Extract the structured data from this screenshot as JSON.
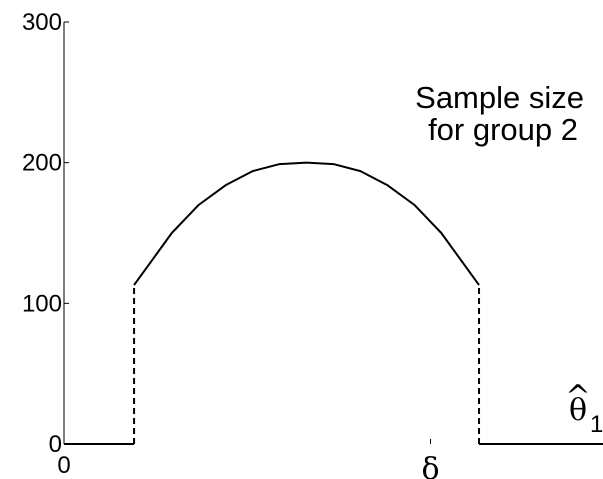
{
  "chart_data": {
    "type": "line",
    "title": "",
    "xlabel": "",
    "ylabel": "",
    "xlim": [
      0,
      1
    ],
    "ylim": [
      0,
      300
    ],
    "grid": false,
    "legend": "none",
    "y_ticks": [
      {
        "value": 0,
        "label": "0"
      },
      {
        "value": 100,
        "label": "100"
      },
      {
        "value": 200,
        "label": "200"
      },
      {
        "value": 300,
        "label": "300"
      }
    ],
    "x_ticks": [
      {
        "value": 0,
        "label": "0"
      },
      {
        "value": 0.68,
        "label": "δ"
      }
    ],
    "annotation": {
      "line1": "Sample size",
      "line2": "for group 2"
    },
    "x_axis_symbol": {
      "base": "θ",
      "hat": "^",
      "subscript": "1"
    },
    "series": [
      {
        "style": "solid",
        "color": "#000000",
        "points": [
          [
            0,
            0
          ],
          [
            0.13,
            0
          ]
        ]
      },
      {
        "style": "dashed",
        "color": "#000000",
        "points": [
          [
            0.13,
            0
          ],
          [
            0.13,
            113
          ]
        ]
      },
      {
        "style": "solid",
        "color": "#000000",
        "points": [
          [
            0.13,
            113
          ],
          [
            0.2,
            150
          ],
          [
            0.25,
            170
          ],
          [
            0.3,
            184
          ],
          [
            0.35,
            194
          ],
          [
            0.4,
            199
          ],
          [
            0.45,
            200
          ],
          [
            0.5,
            199
          ],
          [
            0.55,
            194
          ],
          [
            0.6,
            184
          ],
          [
            0.65,
            170
          ],
          [
            0.7,
            150
          ],
          [
            0.77,
            113
          ]
        ]
      },
      {
        "style": "dashed",
        "color": "#000000",
        "points": [
          [
            0.77,
            0
          ],
          [
            0.77,
            113
          ]
        ]
      },
      {
        "style": "solid",
        "color": "#000000",
        "points": [
          [
            0.77,
            0
          ],
          [
            1,
            0
          ]
        ]
      }
    ]
  }
}
